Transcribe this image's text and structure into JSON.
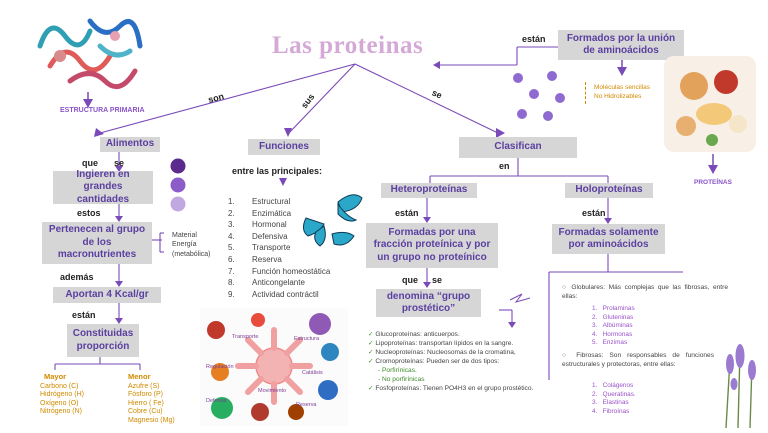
{
  "title": "Las proteinas",
  "connectors": {
    "son": "son",
    "sus": "sus",
    "se": "se",
    "estan_top": "están"
  },
  "left": {
    "alimentos": "Alimentos",
    "que": "que",
    "se": "se",
    "ingieren": "Ingieren en grandes cantidades",
    "estos": "estos",
    "pertenecen": "Pertenecen al grupo de los macronutrientes",
    "material": "Material",
    "energia": "Energía",
    "metabolica": "(metabólica)",
    "ademas": "además",
    "aportan": "Aportan  4 Kcal/gr",
    "estan": "están",
    "constituidas": "Constituidas proporción",
    "mayor_title": "Mayor",
    "mayor_items": [
      "Carbono (C)",
      "Hidrógeno (H)",
      "Oxígeno (O)",
      "Nitrógeno (N)"
    ],
    "menor_title": "Menor",
    "menor_items": [
      "Azufre (S)",
      "Fósforo (P)",
      "Hierro ( Fe)",
      "Cobre (Cu)",
      "Magnesio (Mg)"
    ],
    "estructura_primaria": "ESTRUCTURA PRIMARIA"
  },
  "funciones": {
    "title": "Funciones",
    "entre": "entre las principales:",
    "items": [
      {
        "n": "1.",
        "t": "Estructural"
      },
      {
        "n": "2.",
        "t": "Enzimática"
      },
      {
        "n": "3.",
        "t": "Hormonal"
      },
      {
        "n": "4.",
        "t": "Defensiva"
      },
      {
        "n": "5.",
        "t": "Transporte"
      },
      {
        "n": "6.",
        "t": "Reserva"
      },
      {
        "n": "7.",
        "t": "Función homeostática"
      },
      {
        "n": "8.",
        "t": "Anticongelante"
      },
      {
        "n": "9.",
        "t": "Actividad contráctil"
      }
    ],
    "img_labels": [
      "Transporte",
      "Estructura",
      "Regulación",
      "Catálisis",
      "Movimiento",
      "Defensa",
      "Reserva"
    ]
  },
  "top_right": {
    "formados": "Formados por la unión de aminoácidos",
    "moleculas": "Moléculas sencillas",
    "no_hidro": "No Hidrolizables",
    "proteinas": "PROTEÍNAS"
  },
  "clasifican": {
    "title": "Clasifican",
    "en": "en",
    "hetero": "Heteroproteínas",
    "estan": "están",
    "formadas_fraccion": "Formadas por una fracción proteínica y por un grupo no proteínico",
    "que": "que",
    "se": "se",
    "denomina": "denomina “grupo prostético”",
    "hetero_list": [
      "Glucoproteínas: anticuerpos.",
      "Lipoproteínas: transportan lípidos en la sangre.",
      "Nucleoproteínas:   Nucleosomas   de   la cromatina,",
      "Cromoproteínas: Pueden ser de dos tipos:",
      "Porfirínicas.",
      "No porfirínicas",
      "Fosfoproteínas:  Tienen  PO4H3  en  el  grupo prostético."
    ],
    "holo": "Holoproteínas",
    "holo_estan": "están",
    "formadas_solamente": "Formadas solamente por aminoácidos",
    "globulares": "Globulares:  Más  complejas  que  las fibrosas, entre ellas:",
    "globulares_items": [
      "Prolaminas",
      "Gluteninas",
      "Albúminas",
      "Hormonas",
      "Enzimas"
    ],
    "fibrosas": "Fibrosas:  Son  responsables  de funciones estructurales y protectoras, entre ellas:",
    "fibrosas_items": [
      "Colágenos",
      "Queratinas.",
      "Elastinas",
      "Fibroínas"
    ]
  }
}
